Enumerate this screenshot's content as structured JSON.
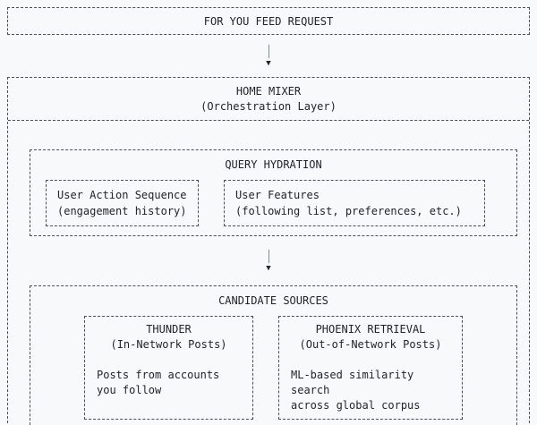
{
  "diagram": {
    "arrow_glyph": "▼",
    "colors": {
      "background": "#f8f9fa",
      "border": "#4a5056",
      "text": "#212529"
    },
    "feed_request": {
      "title": "FOR YOU FEED REQUEST"
    },
    "home_mixer": {
      "title": "HOME MIXER",
      "subtitle": "(Orchestration Layer)",
      "query_hydration": {
        "title": "QUERY HYDRATION",
        "items": [
          {
            "line1": "User Action Sequence",
            "line2": "(engagement history)"
          },
          {
            "line1": "User Features",
            "line2": "(following list, preferences, etc.)"
          }
        ]
      },
      "candidate_sources": {
        "title": "CANDIDATE SOURCES",
        "items": [
          {
            "title": "THUNDER",
            "subtitle": "(In-Network Posts)",
            "desc_line1": "Posts from accounts",
            "desc_line2": "you follow"
          },
          {
            "title": "PHOENIX RETRIEVAL",
            "subtitle": "(Out-of-Network Posts)",
            "desc_line1": "ML-based similarity search",
            "desc_line2": "across global corpus"
          }
        ]
      }
    }
  }
}
